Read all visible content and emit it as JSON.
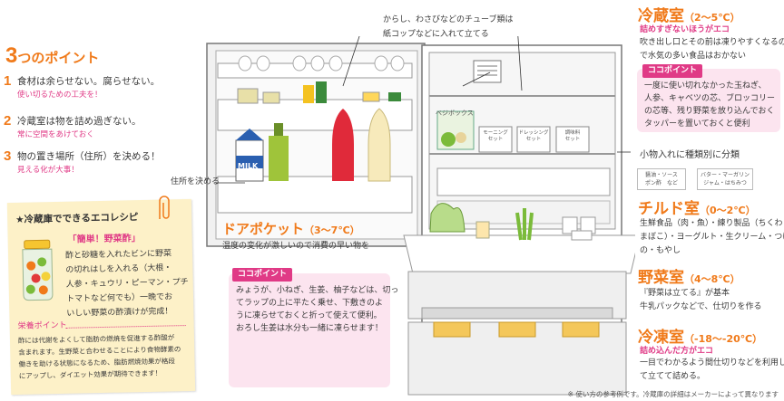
{
  "points": {
    "title_num": "3",
    "title_text": "つのポイント",
    "items": [
      {
        "num": "1",
        "text": "食材は余らせない。腐らせない。",
        "sub": "使い切るための工夫を！"
      },
      {
        "num": "2",
        "text": "冷蔵室は物を詰め過ぎない。",
        "sub": "常に空間をあけておく"
      },
      {
        "num": "3",
        "text": "物の置き場所（住所）を決める！",
        "sub": "見える化が大事！"
      }
    ]
  },
  "recipe": {
    "title": "★冷蔵庫でできるエコレシピ",
    "name": "「簡単！野菜酢」",
    "body": [
      "酢と砂糖を入れたビンに野菜",
      "の切れはしを入れる（大根・",
      "人参・キュウリ・ピーマン・プチ",
      "トマトなど何でも）一晩でお",
      "いしい野菜の酢漬けが完成！"
    ],
    "nutrition_label": "栄養ポイント",
    "nutrition": [
      "酢には代謝をよくして脂肪の燃焼を促進する酢酸が",
      "含まれます。生野菜と合わせることにより食物酵素の",
      "働きを助ける状態になるため、脂肪燃焼効果が格段",
      "にアップし、ダイエット効果が期待できます！"
    ]
  },
  "callouts": {
    "tube": [
      "からし、わさびなどのチューブ類は",
      "紙コップなどに入れて立てる"
    ],
    "address": "住所を決める",
    "small_items": "小物入れに種類別に分類"
  },
  "fridge_labels": {
    "vege_box": "ベジボックス",
    "jar_labels": [
      [
        "モーニング",
        "セット"
      ],
      [
        "ドレッシング",
        "セット"
      ],
      [
        "調味料",
        "セット"
      ]
    ],
    "milk": "MILK",
    "sample_box1": [
      "醤油・ソース",
      "ポン酢　など"
    ],
    "sample_box2": [
      "バター・マーガリン",
      "ジャム・はちみつ"
    ]
  },
  "door_pocket": {
    "title": "ドアポケット",
    "temp": "（3〜7℃）",
    "desc": "温度の変化が激しいので消費の早い物を"
  },
  "coco_left": {
    "tag": "ココポイント",
    "lines": [
      "みょうが、小ねぎ、生姜、柚子などは、切っ",
      "てラップの上に平たく乗せ、下敷きのよ",
      "うに凍らせておくと折って使えて便利。",
      "おろし生姜は水分も一緒に凍らせます！"
    ]
  },
  "reizo": {
    "title": "冷蔵室",
    "temp": "（2〜5℃）",
    "sub": "詰めすぎないほうがエコ",
    "lines": [
      "吹き出し口とその前は凍りやすくなるの",
      "で水気の多い食品はおかない"
    ]
  },
  "coco_right": {
    "tag": "ココポイント",
    "lines": [
      "一度に使い切れなかった玉ねぎ、",
      "人参、キャベツの芯、ブロッコリー",
      "の芯等、残り野菜を放り込んでおく",
      "タッパーを置いておくと便利"
    ]
  },
  "chilled": {
    "title": "チルド室",
    "temp": "（0〜2℃）",
    "lines": [
      "生鮮食品（肉・魚）・練り製品（ちくわ・か",
      "まぼこ）・ヨーグルト・生クリーム・つけも",
      "の・もやし"
    ]
  },
  "vegetable": {
    "title": "野菜室",
    "temp": "（4〜8℃）",
    "lines": [
      "『野菜は立てる』が基本",
      "牛乳パックなどで、仕切りを作る"
    ]
  },
  "freezer": {
    "title": "冷凍室",
    "temp": "（-18〜-20℃）",
    "sub": "詰め込んだ方がエコ",
    "lines": [
      "一目でわかるよう間仕切りなどを利用し",
      "て立てて詰める。"
    ]
  },
  "footnote": "※ 使い方の参考例です。冷蔵庫の詳細はメーカーによって異なります",
  "colors": {
    "orange": "#f07a1a",
    "pink": "#e03a86",
    "pink_bg": "#fce4ef",
    "yellow_bg": "#fdf1c8"
  }
}
